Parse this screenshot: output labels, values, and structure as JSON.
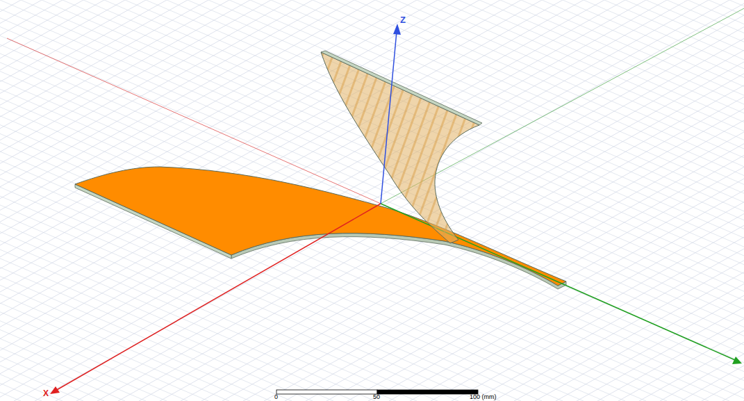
{
  "diagram": {
    "labels": [
      "Z",
      "X",
      "0",
      "50",
      "100 (mm)"
    ]
  }
}
